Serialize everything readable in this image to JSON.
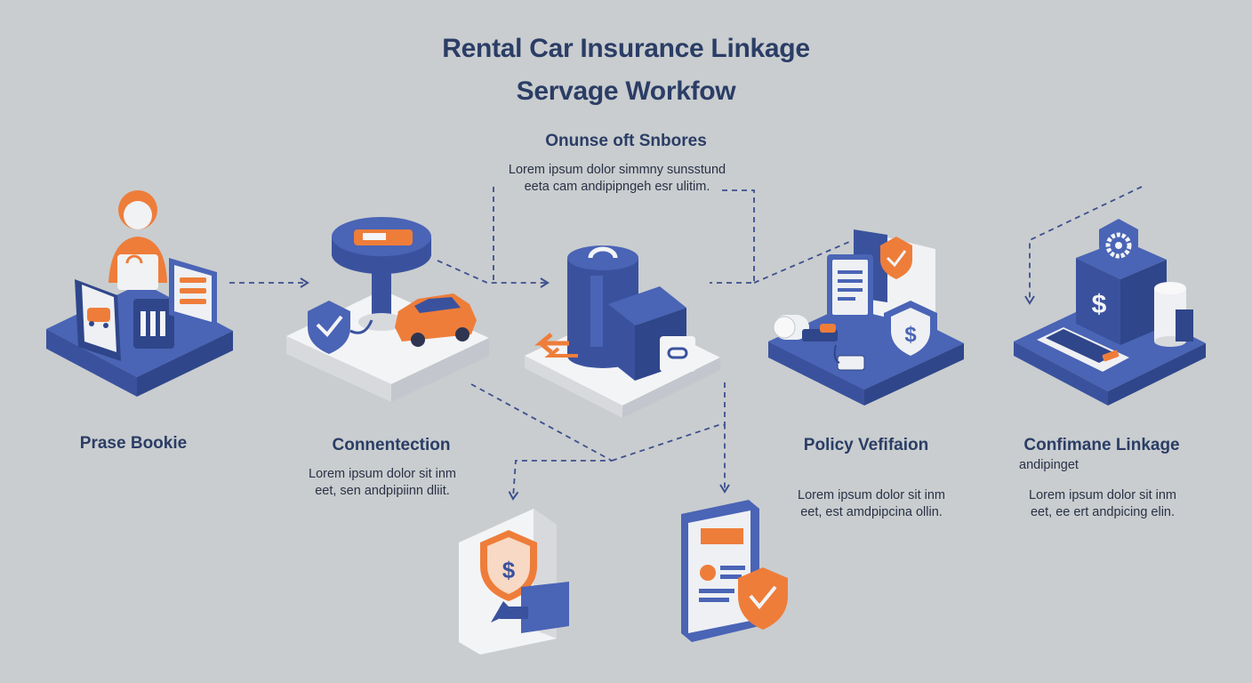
{
  "title": {
    "line1": "Rental Car Insurance Linkage",
    "line2": "Servage Workfow"
  },
  "overview": {
    "heading": "Onunse oft Snbores",
    "line1": "Lorem ipsum dolor simmny sunsstund",
    "line2": "eeta cam andipipngeh esr ulitim."
  },
  "steps": [
    {
      "label": "Prase Bookie",
      "desc1": "",
      "desc2": "",
      "desc3": ""
    },
    {
      "label": "Connentection",
      "desc1": "Lorem ipsum dolor sit inm",
      "desc2": "eet, sen andpipiinn dliit.",
      "desc3": ""
    },
    {
      "label": "Policy Vefifaion",
      "desc1": "Lorem ipsum dolor sit inm",
      "desc2": "eet, est amdpipcina ollin.",
      "desc3": ""
    },
    {
      "label": "Confimane Linkage",
      "desc1": "andipinget",
      "desc2": "Lorem ipsum dolor sit inm",
      "desc3": "eet, ee ert andpicing elin."
    }
  ],
  "icons": {
    "step1": "customer-booking-icon",
    "step2": "insurance-connection-icon",
    "step3": "database-server-icon",
    "step4": "policy-verification-icon",
    "step5": "payment-confirmation-icon",
    "branch1": "shield-transfer-icon",
    "branch2": "policy-document-check-icon"
  },
  "colors": {
    "background": "#c9cdcf",
    "primary_blue": "#4a64b6",
    "accent_orange": "#ee7d3a",
    "platform_white": "#f3f4f6",
    "text_navy": "#2b3d66"
  }
}
